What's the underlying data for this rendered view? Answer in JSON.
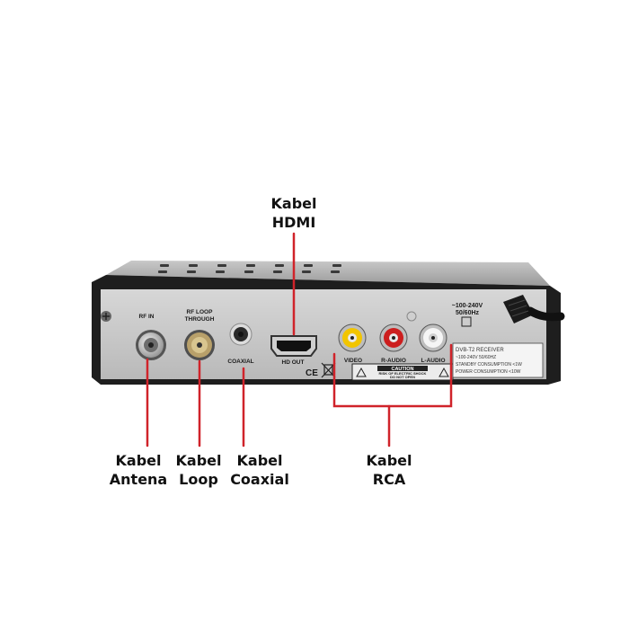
{
  "callouts": {
    "hdmi": {
      "line1": "Kabel",
      "line2": "HDMI"
    },
    "antena": {
      "line1": "Kabel",
      "line2": "Antena"
    },
    "loop": {
      "line1": "Kabel",
      "line2": "Loop"
    },
    "coaxial": {
      "line1": "Kabel",
      "line2": "Coaxial"
    },
    "rca": {
      "line1": "Kabel",
      "line2": "RCA"
    }
  },
  "panel_labels": {
    "rf_in": "RF IN",
    "rf_loop_1": "RF LOOP",
    "rf_loop_2": "THROUGH",
    "coaxial": "COAXIAL",
    "hd_out": "HD OUT",
    "video": "VIDEO",
    "r_audio": "R-AUDIO",
    "l_audio": "L-AUDIO",
    "power_1": "~100-240V",
    "power_2": "50/60Hz",
    "ce": "CE",
    "caution": "CAUTION",
    "caution_sub_1": "RISK OF ELECTRIC SHOCK",
    "caution_sub_2": "DO NOT OPEN",
    "spec_1": "DVB-T2 RECEIVER",
    "spec_2": "~100-240V 50/60HZ",
    "spec_3": "STANDBY CONSUMPTION <1W",
    "spec_4": "POWER CONSUMPTION <10W"
  },
  "colors": {
    "callout_line": "#d0232a",
    "rca_video": "#f2c500",
    "rca_r_audio": "#cc1e1e",
    "rca_l_audio": "#f5f5f5"
  }
}
